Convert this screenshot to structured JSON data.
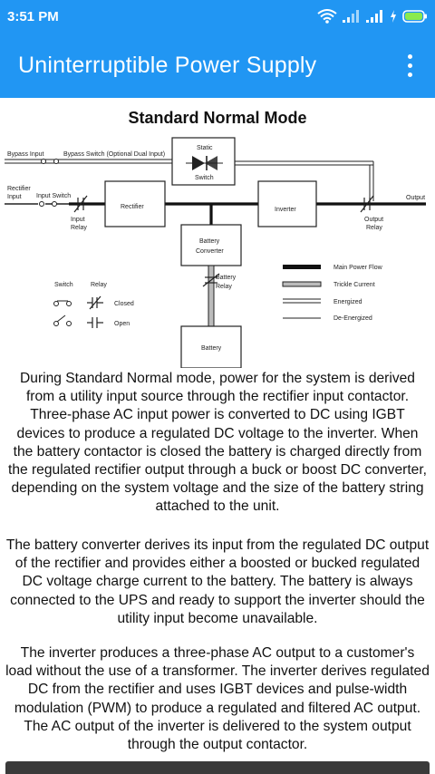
{
  "status_bar": {
    "time": "3:51 PM",
    "icons": [
      "wifi-icon",
      "signal-icon",
      "signal-icon",
      "charging-icon",
      "battery-icon"
    ]
  },
  "app_bar": {
    "title": "Uninterruptible Power Supply",
    "menu_icon": "more-vert-icon"
  },
  "colors": {
    "primary": "#2196f3",
    "text": "#111111",
    "bottom_bar": "#3a3a3a"
  },
  "page": {
    "mode_title": "Standard Normal Mode",
    "diagram": {
      "labels": {
        "bypass_input": "Bypass Input",
        "bypass_switch": "Bypass Switch (Optional Dual Input)",
        "static": "Static",
        "switch_under_static": "Switch",
        "rectifier_input_1": "Rectifier",
        "rectifier_input_2": "Input",
        "input_switch": "Input Switch",
        "input_relay_1": "Input",
        "input_relay_2": "Relay",
        "rectifier": "Rectifier",
        "inverter": "Inverter",
        "output": "Output",
        "output_relay_1": "Output",
        "output_relay_2": "Relay",
        "battery_converter_1": "Battery",
        "battery_converter_2": "Converter",
        "battery_relay_1": "Battery",
        "battery_relay_2": "Relay",
        "battery": "Battery"
      },
      "symbol_legend": {
        "switch": "Switch",
        "relay": "Relay",
        "closed": "Closed",
        "open": "Open"
      },
      "line_legend": [
        {
          "label": "Main Power Flow"
        },
        {
          "label": "Trickle Current"
        },
        {
          "label": "Energized"
        },
        {
          "label": "De-Energized"
        }
      ]
    },
    "paragraphs": [
      "During Standard Normal mode, power for the system is derived from a utility input source through the rectifier input contactor. Three-phase AC input power is converted to DC using IGBT devices to produce a regulated DC voltage to the inverter. When the battery contactor is closed the battery is charged directly from the regulated rectifier output through a buck or boost DC converter, depending on the system voltage and the size of the battery string attached to the unit.",
      "The battery converter derives its input from the regulated DC output of the rectifier and provides either a boosted or bucked regulated DC voltage charge current to the battery. The battery is always connected to the UPS and ready to support the inverter should the utility input become unavailable.",
      "The inverter produces a three-phase AC output to a customer's load without the use of a transformer. The inverter derives regulated DC from the rectifier and uses IGBT devices and pulse-width modulation (PWM) to produce a regulated and filtered AC output. The AC output of the inverter is delivered to the system output through the output contactor."
    ]
  }
}
